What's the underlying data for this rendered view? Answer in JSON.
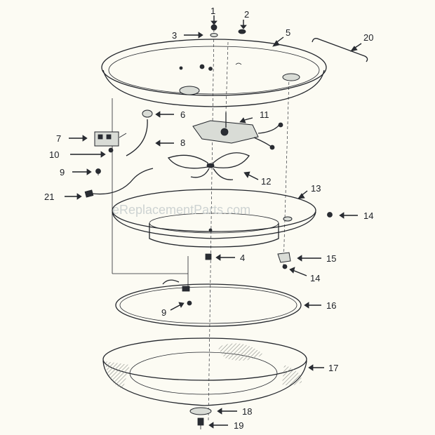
{
  "watermark": "eReplacementParts.com",
  "callouts": {
    "c1": "1",
    "c2": "2",
    "c3": "3",
    "c4": "4",
    "c5": "5",
    "c6": "6",
    "c7": "7",
    "c8": "8",
    "c9a": "9",
    "c9b": "9",
    "c10": "10",
    "c11": "11",
    "c12": "12",
    "c13": "13",
    "c14a": "14",
    "c14b": "14",
    "c15": "15",
    "c16": "16",
    "c17": "17",
    "c18": "18",
    "c19": "19",
    "c20": "20",
    "c21": "21"
  }
}
